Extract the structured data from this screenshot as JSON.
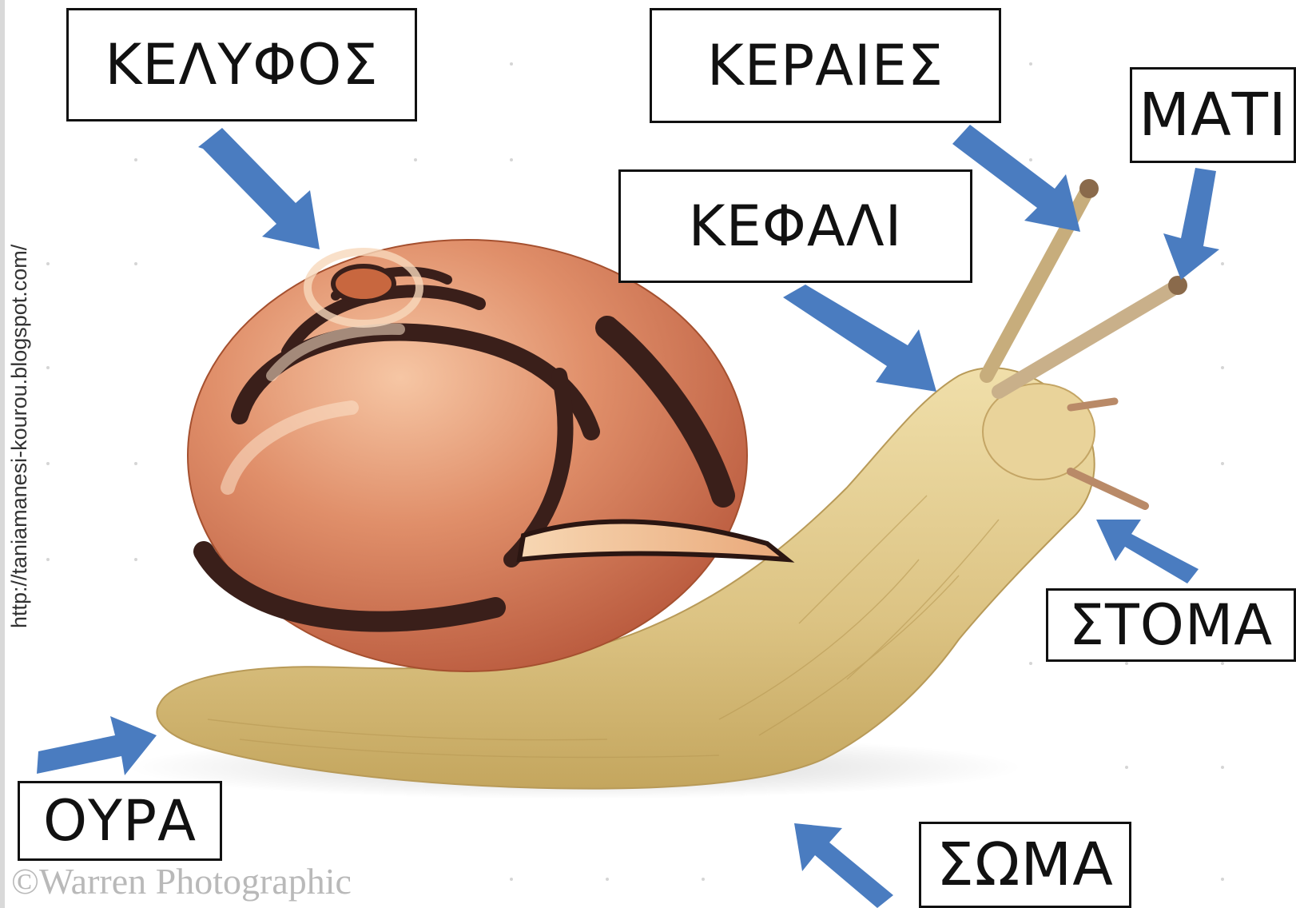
{
  "labels": {
    "shell": "ΚΕΛΥΦΟΣ",
    "antennae": "ΚΕΡΑΙΕΣ",
    "eye": "ΜΑΤΙ",
    "head": "ΚΕΦΑΛΙ",
    "mouth": "ΣΤΟΜΑ",
    "tail": "ΟΥΡΑ",
    "body": "ΣΩΜΑ"
  },
  "source_url": "http://taniamanesi-kourou.blogspot.com/",
  "watermark": "©Warren Photographic",
  "colors": {
    "arrow": "#4a7cc0",
    "shell_base": "#d9825e",
    "shell_stripe": "#3a1f1a",
    "body": "#e2c98a"
  }
}
